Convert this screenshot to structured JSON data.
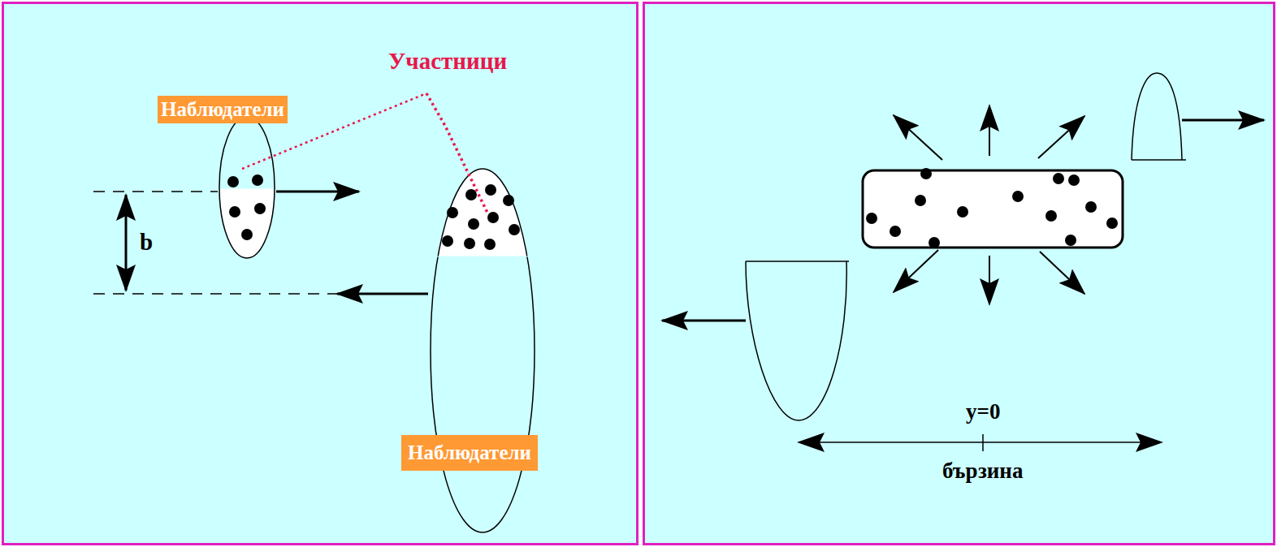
{
  "diagram": {
    "nodes": [
      {
        "text": [
          "Наблюдатели"
        ]
      },
      {
        "text": [
          "Наблюдатели"
        ]
      }
    ],
    "labels": [
      "Участници",
      "b",
      "y=0",
      "бързина"
    ]
  }
}
